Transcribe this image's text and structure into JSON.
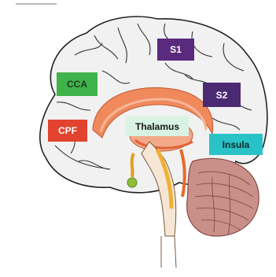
{
  "regions": {
    "s1": {
      "label": "S1",
      "color": "#5a2a7e",
      "text_color": "#ffffff"
    },
    "s2": {
      "label": "S2",
      "color": "#4b2a73",
      "text_color": "#ffffff"
    },
    "cca": {
      "label": "CCA",
      "color": "#3fb24a",
      "text_color": "#1f3a1f"
    },
    "cpf": {
      "label": "CPF",
      "color": "#e2432e",
      "text_color": "#ffffff"
    },
    "thalamus": {
      "label": "Thalamus",
      "color": "#d8f2e4",
      "text_color": "#1a1a1a"
    },
    "insula": {
      "label": "Insula",
      "color": "#29c2c7",
      "text_color": "#0d2a2b"
    }
  }
}
